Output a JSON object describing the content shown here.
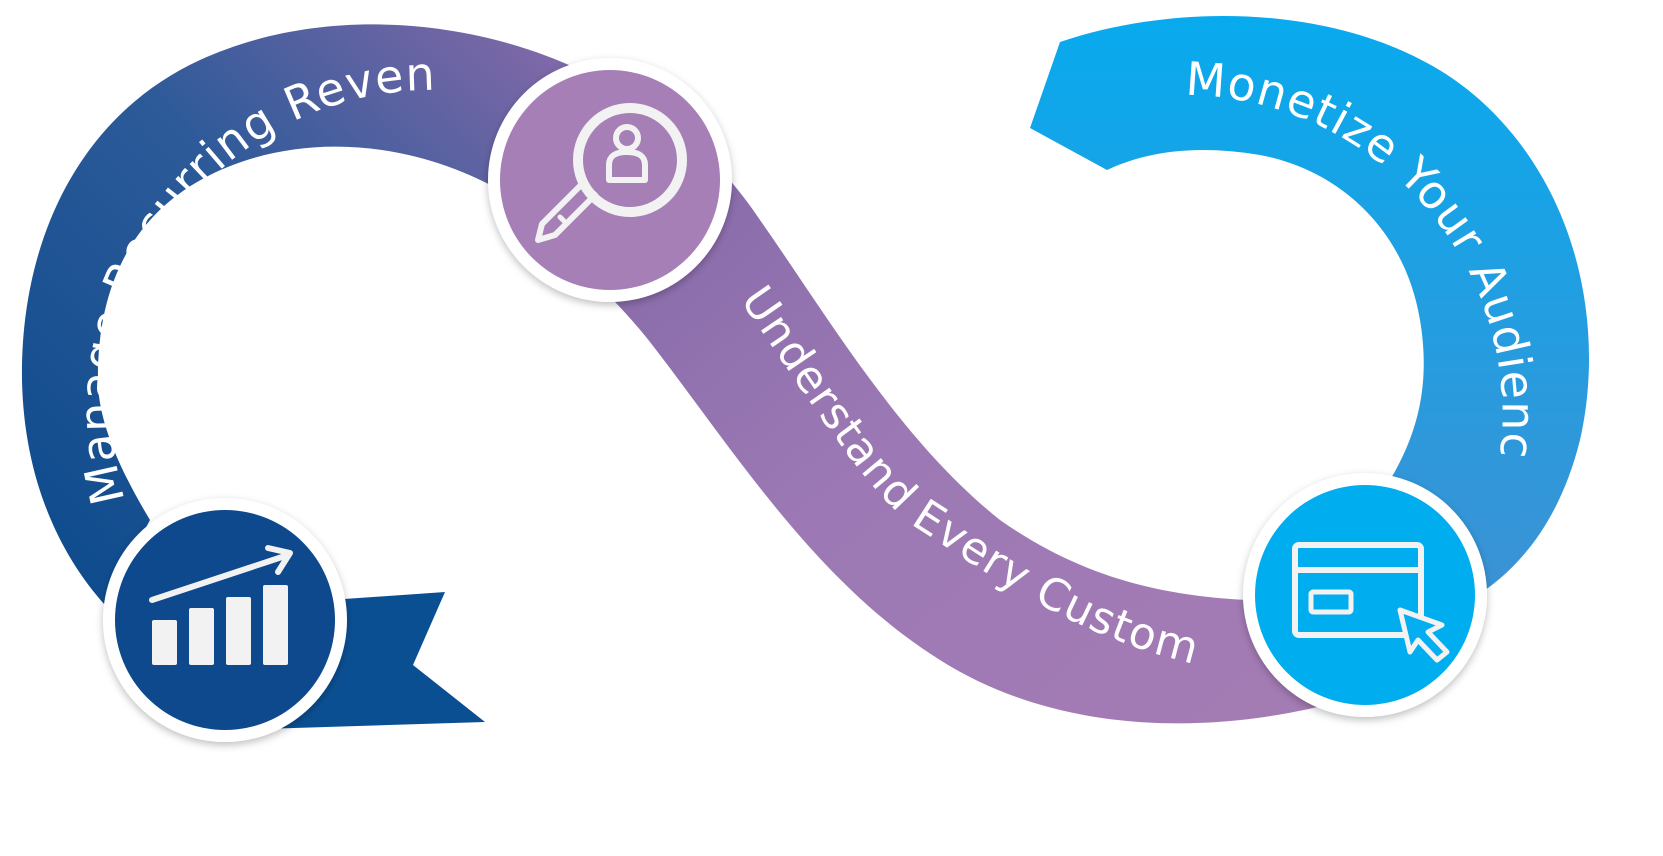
{
  "stages": [
    {
      "id": "manage",
      "label": "Manage Recurring Revenue",
      "icon": "bar-chart-trend-icon",
      "color": "#0a4c8f"
    },
    {
      "id": "understand",
      "label": "Understand Every Customer",
      "icon": "magnifier-person-icon",
      "color": "#9b77b3"
    },
    {
      "id": "monetize",
      "label": "Monetize Your Audience",
      "icon": "browser-window-cursor-icon",
      "color": "#0aa4e6"
    }
  ],
  "colors": {
    "navy": "#0a4c8f",
    "purple": "#9b77b3",
    "cyan": "#0aa4e6"
  }
}
